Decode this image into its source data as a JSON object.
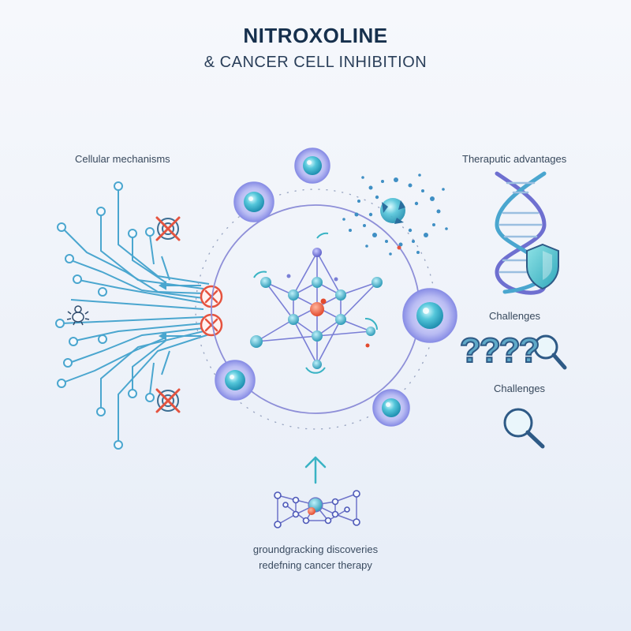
{
  "header": {
    "title": "NITROXOLINE",
    "subtitle": "& CANCER CELL INHIBITION"
  },
  "labels": {
    "cellular_mechanisms": "Cellular mechanisms",
    "therapeutic_advantages": "Theraputic advantages",
    "challenges_1": "Challenges",
    "challenges_2": "Challenges"
  },
  "footer": {
    "line1": "groundgracking discoveries",
    "line2": "redefning cancer therapy"
  },
  "icons": {
    "inhibit": "x-circle-icon",
    "blocked_target": "crossed-target-icon",
    "molecule": "molecule-network-icon",
    "cell": "cancer-cell-icon",
    "dna": "dna-helix-icon",
    "shield": "shield-icon",
    "search": "magnifier-icon",
    "arrow": "up-arrow-icon",
    "bug": "bug-icon"
  },
  "colors": {
    "line_blue": "#4aa6cf",
    "cell_purple": "#8a8fe6",
    "cell_core": "#3fb2c9",
    "inhibit_red": "#e5533f",
    "ring": "#8e8fd8",
    "dark_navy": "#16304d",
    "dna_purple": "#6e6fd0",
    "teal": "#39b3c4"
  }
}
